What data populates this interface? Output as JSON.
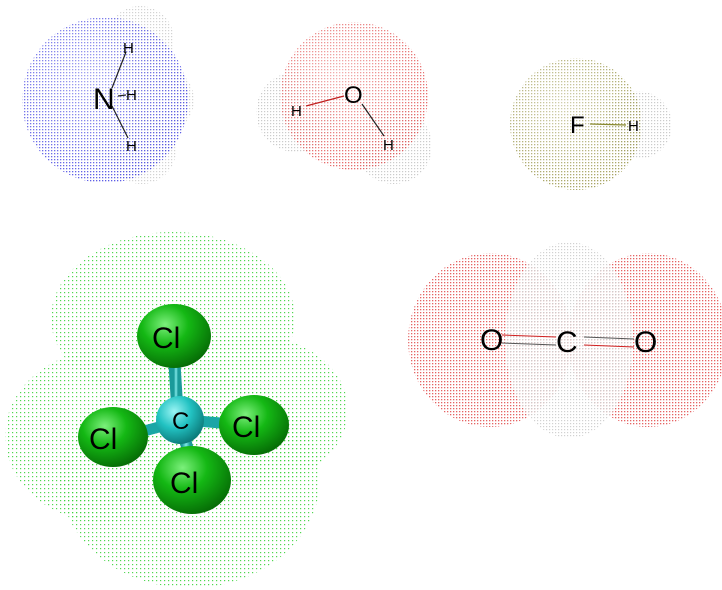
{
  "colors": {
    "nitrogen": "#3a3ae0",
    "oxygen": "#e04848",
    "hydrogen": "#b8b8b8",
    "fluorine": "#8e8a36",
    "chlorine_cloud": "#3cd23c",
    "chlorine_ball": "#0ab40a",
    "carbon_ball": "#28c8c8",
    "carbon_cloud": "#b8b8b8",
    "bond": "#000000",
    "double_bond": "#d02020"
  },
  "molecules": {
    "ammonia": {
      "central": "N",
      "h1": "H",
      "h2": "H",
      "h3": "H"
    },
    "water": {
      "central": "O",
      "h1": "H",
      "h2": "H"
    },
    "hydrogen_fluoride": {
      "central": "F",
      "h1": "H"
    },
    "carbon_tetrachloride": {
      "central": "C",
      "cl1": "Cl",
      "cl2": "Cl",
      "cl3": "Cl",
      "cl4": "Cl"
    },
    "carbon_dioxide": {
      "o1": "O",
      "central": "C",
      "o2": "O"
    }
  }
}
